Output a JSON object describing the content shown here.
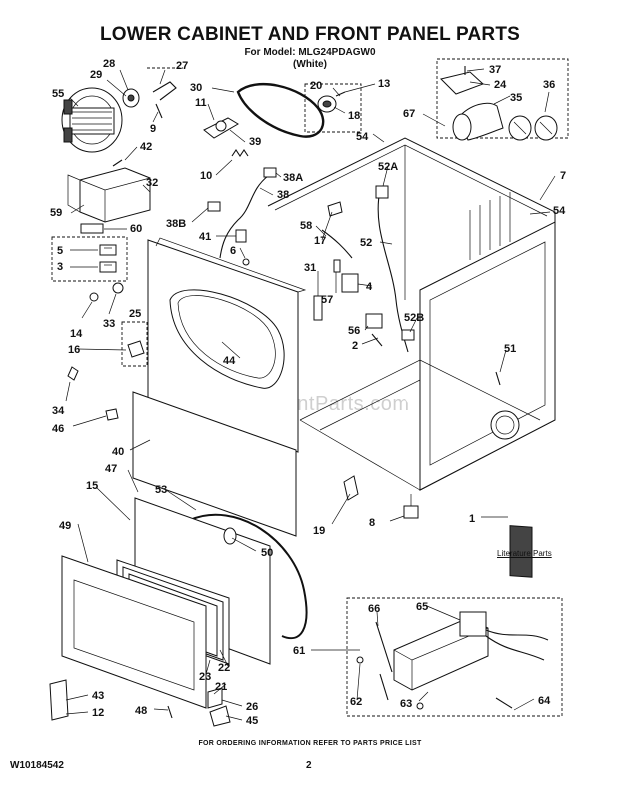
{
  "title": "LOWER CABINET AND FRONT PANEL PARTS",
  "model_line": "For Model: MLG24PDAGW0",
  "color_line": "(White)",
  "footer_note": "FOR ORDERING INFORMATION REFER TO PARTS PRICE LIST",
  "document_number": "W10184542",
  "page_number": "2",
  "literature_label": "Literature Parts",
  "watermark": "eReplacementParts.com",
  "callouts": {
    "c28": "28",
    "c27": "27",
    "c29": "29",
    "c55": "55",
    "c9": "9",
    "c42": "42",
    "c32": "32",
    "c59": "59",
    "c60": "60",
    "c5": "5",
    "c3": "3",
    "c14": "14",
    "c33": "33",
    "c25": "25",
    "c16": "16",
    "c34": "34",
    "c46": "46",
    "c30": "30",
    "c11": "11",
    "c39": "39",
    "c10": "10",
    "c38A": "38A",
    "c38": "38",
    "c38B": "38B",
    "c41": "41",
    "c6": "6",
    "c20": "20",
    "c13": "13",
    "c18": "18",
    "c54a": "54",
    "c52A": "52A",
    "c37": "37",
    "c24": "24",
    "c36": "36",
    "c35": "35",
    "c67": "67",
    "c7": "7",
    "c54b": "54",
    "c58": "58",
    "c17": "17",
    "c52": "52",
    "c31": "31",
    "c57": "57",
    "c4": "4",
    "c56": "56",
    "c52B": "52B",
    "c2": "2",
    "c51": "51",
    "c44": "44",
    "c40": "40",
    "c47": "47",
    "c15": "15",
    "c53": "53",
    "c50": "50",
    "c19": "19",
    "c8": "8",
    "c1": "1",
    "c49": "49",
    "c61": "61",
    "c66": "66",
    "c65": "65",
    "c62": "62",
    "c63": "63",
    "c64": "64",
    "c23": "23",
    "c22": "22",
    "c21": "21",
    "c26": "26",
    "c45": "45",
    "c48": "48",
    "c43": "43",
    "c12": "12"
  }
}
